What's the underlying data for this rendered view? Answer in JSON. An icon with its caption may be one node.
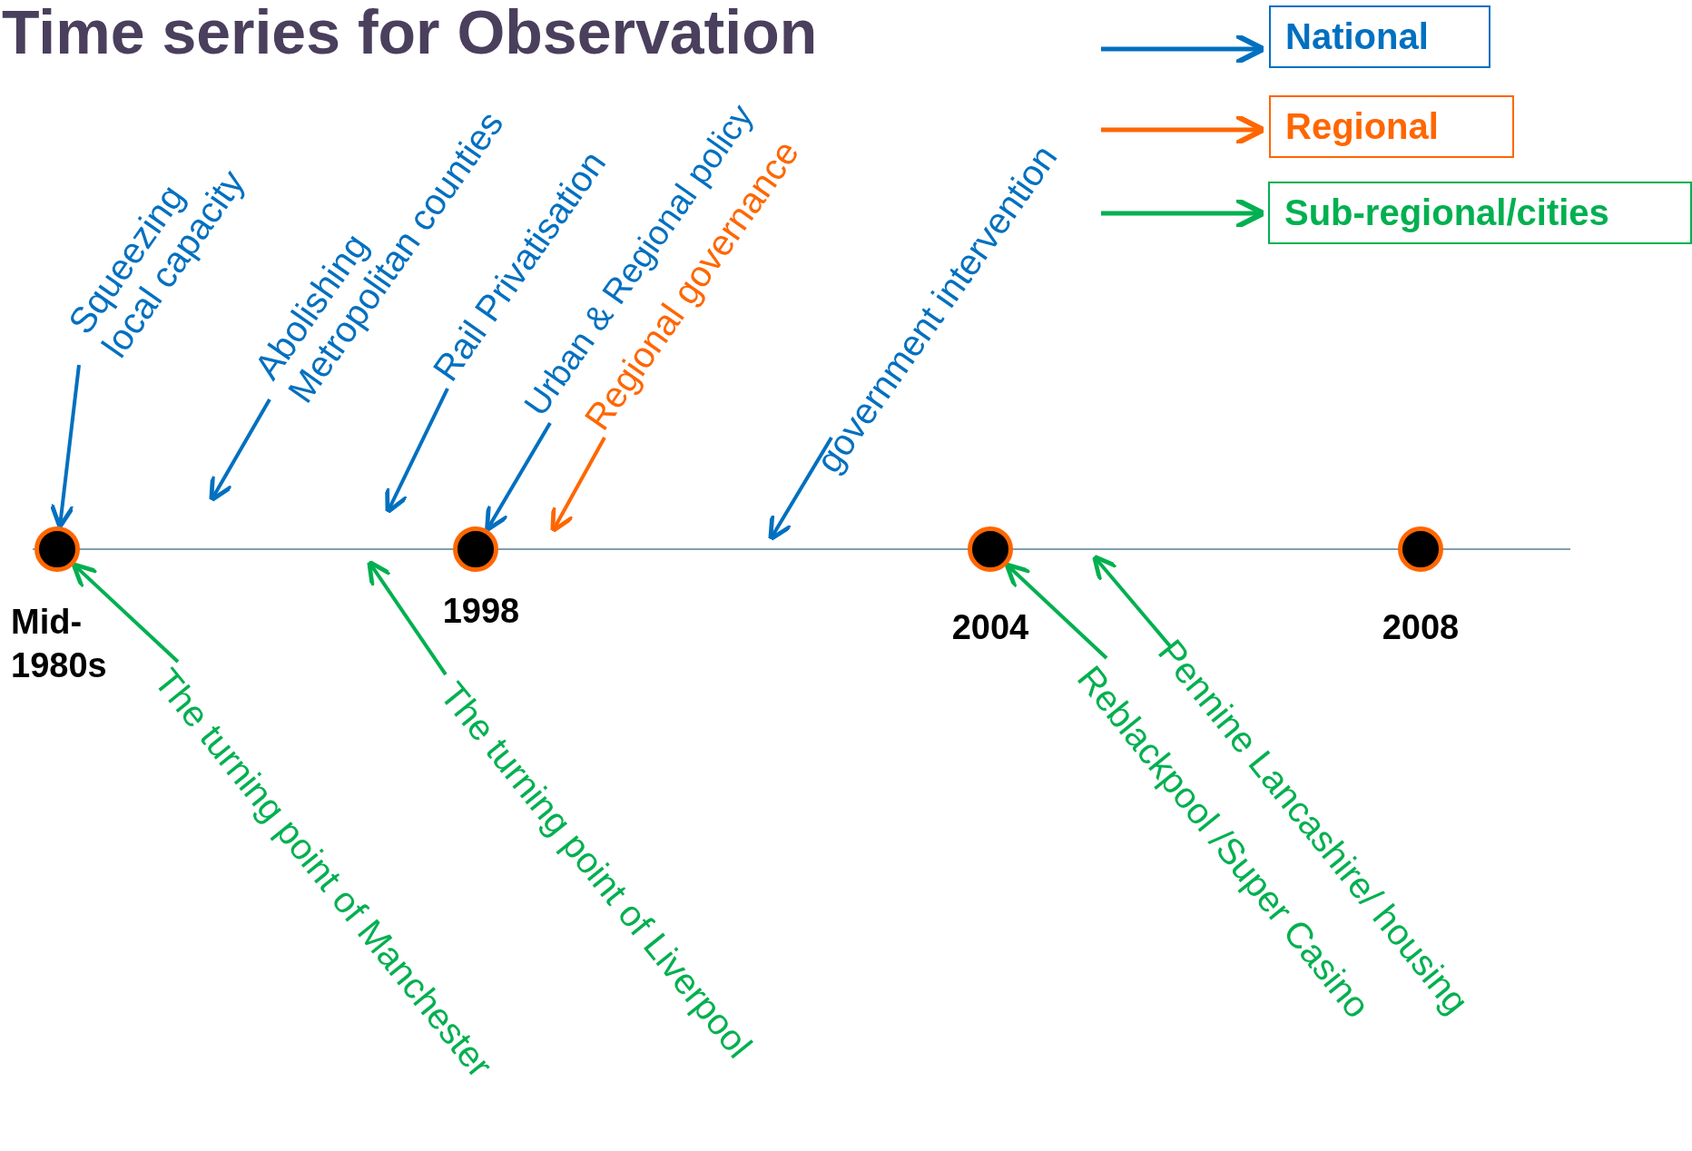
{
  "diagram": {
    "title": "Time series for Observation",
    "nodes": [
      {
        "text": [
          "Squeezing local capacity"
        ]
      },
      {
        "text": [
          "Abolishing Metropolitan counties"
        ]
      },
      {
        "text": [
          "Rail Privatisation"
        ]
      },
      {
        "text": [
          "Urban & Regional policy"
        ]
      },
      {
        "text": [
          "Regional governance"
        ]
      },
      {
        "text": [
          "government intervention"
        ]
      },
      {
        "text": [],
        "shape": "circle"
      },
      {
        "text": [],
        "shape": "circle"
      },
      {
        "text": [],
        "shape": "circle"
      },
      {
        "text": [],
        "shape": "circle"
      },
      {
        "text": [
          "The turning point of Manchester"
        ]
      },
      {
        "text": [
          "The turning point of Liverpool"
        ]
      },
      {
        "text": [
          "Reblackpool /Super Casino"
        ]
      },
      {
        "text": [
          "Pennine Lancashire/ housing"
        ]
      }
    ],
    "edges": [
      {
        "from": 0,
        "to": 6,
        "arrow": "to"
      },
      {
        "from": 1,
        "to": null,
        "arrow": "to"
      },
      {
        "from": 2,
        "to": null,
        "arrow": "to"
      },
      {
        "from": 3,
        "to": 7,
        "arrow": "to"
      },
      {
        "from": 4,
        "to": null,
        "arrow": "to",
        "color": "#ff6600"
      },
      {
        "from": 5,
        "to": null,
        "arrow": "to"
      },
      {
        "from": 10,
        "to": 6,
        "arrow": "to",
        "color": "#00b050"
      },
      {
        "from": 11,
        "to": null,
        "arrow": "to",
        "color": "#00b050"
      },
      {
        "from": 12,
        "to": 8,
        "arrow": "to",
        "color": "#00b050"
      },
      {
        "from": 13,
        "to": null,
        "arrow": "to",
        "color": "#00b050"
      }
    ],
    "labels": [
      "Mid-1980s",
      "1998",
      "2004",
      "2008"
    ],
    "legend": [
      {
        "text": "National"
      },
      {
        "text": "Regional"
      },
      {
        "text": "Sub-regional/cities"
      }
    ]
  }
}
